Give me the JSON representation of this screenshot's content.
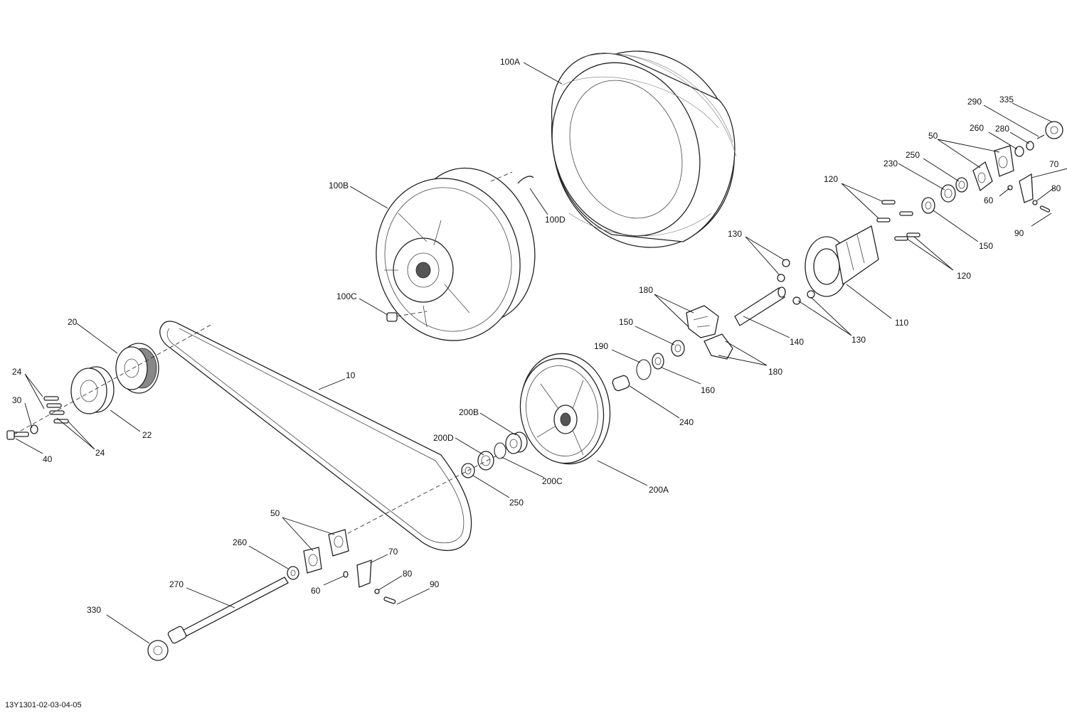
{
  "document_id": "13Y1301-02-03-04-05",
  "labels": {
    "l100A": "100A",
    "l100B": "100B",
    "l100C": "100C",
    "l100D": "100D",
    "l10": "10",
    "l20": "20",
    "l22": "22",
    "l24a": "24",
    "l24b": "24",
    "l30": "30",
    "l40": "40",
    "l200A": "200A",
    "l200B": "200B",
    "l200C": "200C",
    "l200D": "200D",
    "l250a": "250",
    "l240": "240",
    "l190": "190",
    "l150a": "150",
    "l160": "160",
    "l180a": "180",
    "l180b": "180",
    "l140": "140",
    "l130a": "130",
    "l130b": "130",
    "l110": "110",
    "l120a": "120",
    "l120b": "120",
    "l150b": "150",
    "l230": "230",
    "l250b": "250",
    "l50a": "50",
    "l260a": "260",
    "l280": "280",
    "l290": "290",
    "l335": "335",
    "l70a": "70",
    "l60a": "60",
    "l80a": "80",
    "l90a": "90",
    "l50b": "50",
    "l260b": "260",
    "l270": "270",
    "l330": "330",
    "l70b": "70",
    "l60b": "60",
    "l80b": "80",
    "l90b": "90"
  }
}
